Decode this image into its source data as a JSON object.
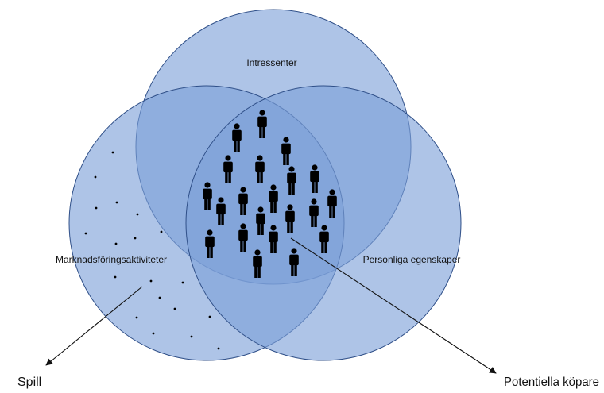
{
  "circles": {
    "top_label": "Intressenter",
    "left_label": "Marknadsföringsaktiviteter",
    "right_label": "Personliga egenskaper"
  },
  "callouts": {
    "waste_label": "Spill",
    "buyers_label": "Potentiella köpare"
  },
  "colors": {
    "circle_fill": "#7da0d9",
    "circle_stroke": "#2f4f88",
    "arrow": "#111111",
    "person": "#000000"
  },
  "icons": {
    "person": "person-icon",
    "dot": "dot"
  }
}
